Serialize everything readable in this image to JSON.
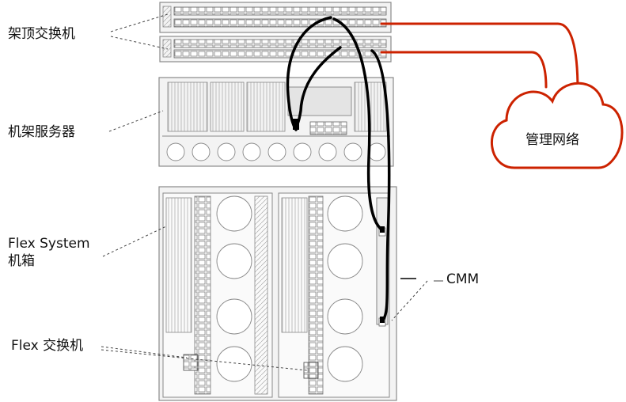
{
  "labels": {
    "tor_switch": "架顶交换机",
    "rack_server": "机架服务器",
    "flex_system_line1": "Flex System",
    "flex_system_line2": "机箱",
    "cmm": "CMM",
    "flex_switch": "Flex  交换机",
    "management_network": "管理网络"
  },
  "colors": {
    "cable_black": "#000000",
    "cable_red": "#cc2200",
    "hardware_line": "#8a8a8a",
    "hardware_fill": "#f3f3f3"
  },
  "icons": {
    "cloud": "cloud-icon",
    "tor_switch": "network-switch-icon",
    "rack_server": "server-icon",
    "chassis": "chassis-icon"
  }
}
